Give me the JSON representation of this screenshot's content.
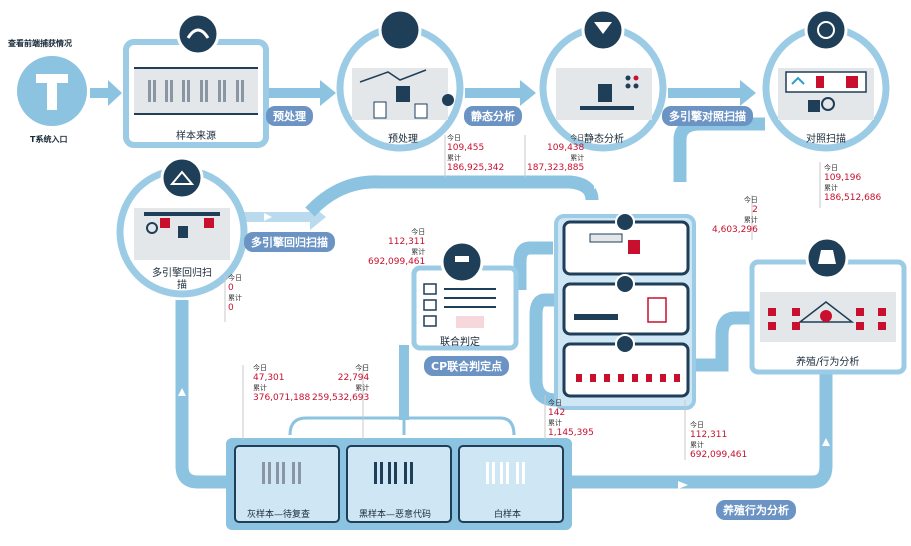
{
  "entry": {
    "link_label": "查看前端捕获情况",
    "t_letter": "T",
    "caption": "T系统入口"
  },
  "nodes": {
    "sample_source": "样本来源",
    "preprocess": "预处理",
    "static_analysis": "静态分析",
    "compare_scan": "对照扫描",
    "regression_scan": "多引擎回归扫描",
    "joint_judgment": "联合判定",
    "breeding_analysis": "养殖/行为分析"
  },
  "flow_tags": {
    "preprocess": "预处理",
    "static": "静态分析",
    "multi_compare": "多引擎对照扫描",
    "multi_regression": "多引擎回归扫描",
    "cp_point": "CP联合判定点",
    "breeding": "养殖行为分析"
  },
  "bins": {
    "grey": "灰样本—待复查",
    "black": "黑样本—恶意代码",
    "white": "白样本"
  },
  "stats": {
    "today_label": "今日",
    "total_label": "累计",
    "preprocess": {
      "today": "109,455",
      "total": "186,925,342"
    },
    "static": {
      "today": "109,438",
      "total": "187,323,885"
    },
    "compare": {
      "today": "109,196",
      "total": "186,512,686"
    },
    "regression": {
      "today": "0",
      "total": "0"
    },
    "joint": {
      "today": "112,311",
      "total": "692,099,461"
    },
    "breeding_in": {
      "today": "2",
      "total": "4,603,296"
    },
    "grey_bin": {
      "today": "47,301",
      "total": "376,071,188"
    },
    "black_bin": {
      "today": "22,794",
      "total": "259,532,693"
    },
    "engine_out": {
      "today": "142",
      "total": "1,145,395"
    },
    "breeding_out": {
      "today": "112,311",
      "total": "692,099,461"
    }
  },
  "colors": {
    "pipe": "#8cc3e1",
    "box_border": "#9ccbe5",
    "dark": "#1f3e58",
    "red": "#c8102e",
    "tag": "#6b93c4"
  }
}
